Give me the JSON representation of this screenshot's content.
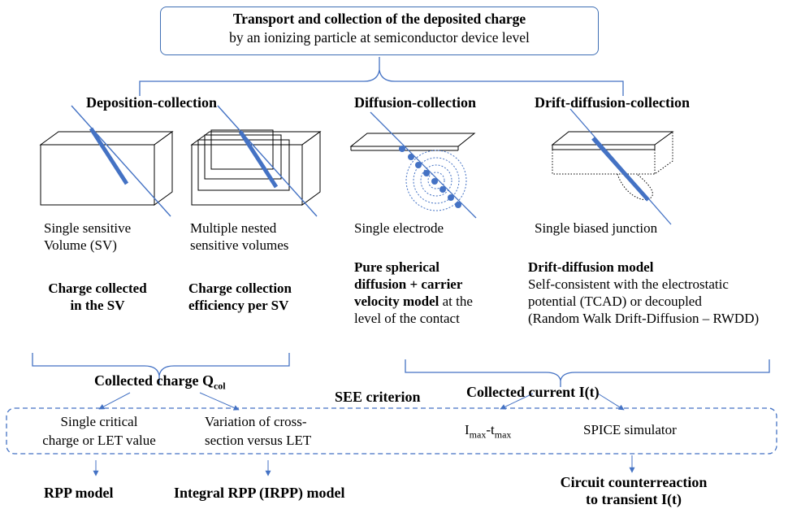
{
  "header": {
    "title": "Transport and collection of the deposited charge",
    "subtitle": "by an ionizing particle at semiconductor device level"
  },
  "approaches": {
    "deposition": "Deposition-collection",
    "diffusion": "Diffusion-collection",
    "drift": "Drift-diffusion-collection"
  },
  "models": {
    "sv_label": [
      "Single sensitive",
      "Volume (SV)"
    ],
    "nested_label": [
      "Multiple nested",
      "sensitive volumes"
    ],
    "electrode_label": "Single electrode",
    "junction_label": "Single biased junction",
    "sv_result": [
      "Charge collected",
      "in the SV"
    ],
    "nested_result": [
      "Charge collection",
      "efficiency per SV"
    ],
    "diffusion_desc": {
      "bold": [
        "Pure spherical",
        "diffusion + carrier",
        "velocity model"
      ],
      "tail": " at the",
      "rest": "level of the contact"
    },
    "drift_desc": {
      "title": "Drift-diffusion model",
      "lines": [
        "Self-consistent with the electrostatic",
        "potential (TCAD) or decoupled",
        "(Random Walk Drift-Diffusion – RWDD)"
      ]
    }
  },
  "outputs": {
    "charge_prefix": "Collected charge Q",
    "charge_sub": "col",
    "current": "Collected current I(t)"
  },
  "see": {
    "title": "SEE criterion",
    "critical": [
      "Single critical",
      "charge or LET value"
    ],
    "variation": [
      "Variation of cross-",
      "section versus LET"
    ],
    "imax_a": "I",
    "imax_a_sub": "max",
    "imax_sep": "-t",
    "imax_b_sub": "max",
    "spice": "SPICE simulator"
  },
  "results": {
    "rpp": "RPP model",
    "irpp": "Integral RPP (IRPP) model",
    "circuit": [
      "Circuit counterreaction",
      "to transient I(t)"
    ]
  },
  "colors": {
    "accent": "#4472c4",
    "box_border": "#3f6fb5"
  }
}
